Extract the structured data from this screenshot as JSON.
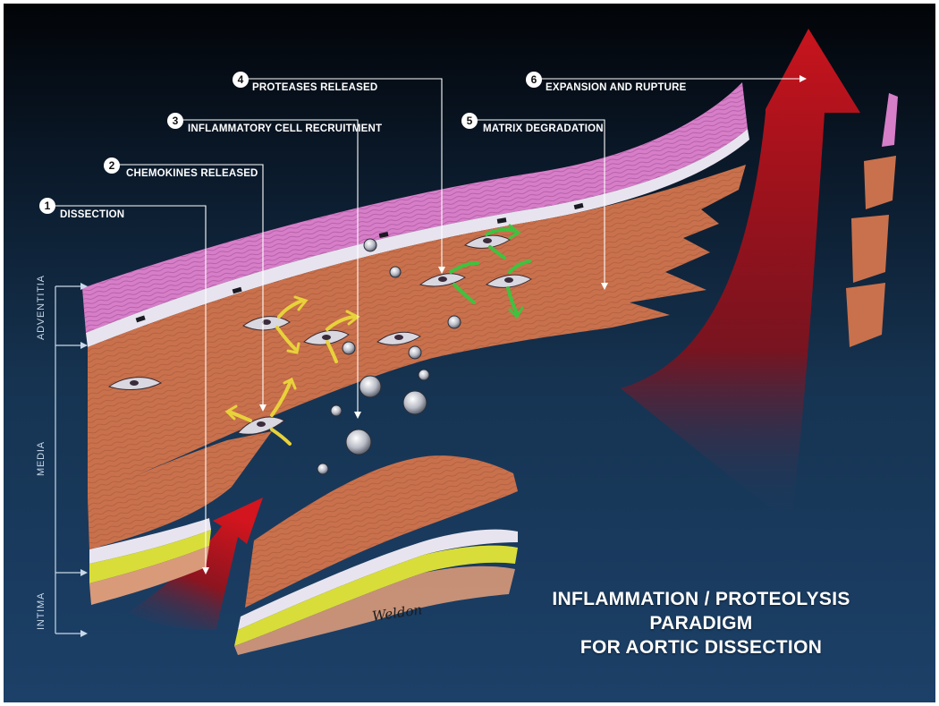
{
  "title": {
    "line1": "INFLAMMATION / PROTEOLYSIS PARADIGM",
    "line2": "FOR AORTIC DISSECTION"
  },
  "steps": [
    {
      "number": "1",
      "label": "DISSECTION"
    },
    {
      "number": "2",
      "label": "CHEMOKINES RELEASED"
    },
    {
      "number": "3",
      "label": "INFLAMMATORY CELL RECRUITMENT"
    },
    {
      "number": "4",
      "label": "PROTEASES RELEASED"
    },
    {
      "number": "5",
      "label": "MATRIX DEGRADATION"
    },
    {
      "number": "6",
      "label": "EXPANSION AND RUPTURE"
    }
  ],
  "layers": {
    "adventitia": "ADVENTITIA",
    "media": "MEDIA",
    "intima": "INTIMA"
  },
  "signature": "Weldon",
  "colors": {
    "background_top": "#020407",
    "background_bottom": "#1c4068",
    "adventitia": "#d67ec8",
    "media": "#c9714c",
    "intima": "#d8dd3a",
    "arrow_red": "#b5141c",
    "chemokine_arrow": "#e8d23a",
    "protease_arrow": "#3fc23f"
  },
  "icons": {
    "step_marker": "numbered-circle-icon",
    "chemokine": "yellow-arrow-icon",
    "protease": "green-arrow-icon",
    "progression": "red-arrow-icon"
  }
}
